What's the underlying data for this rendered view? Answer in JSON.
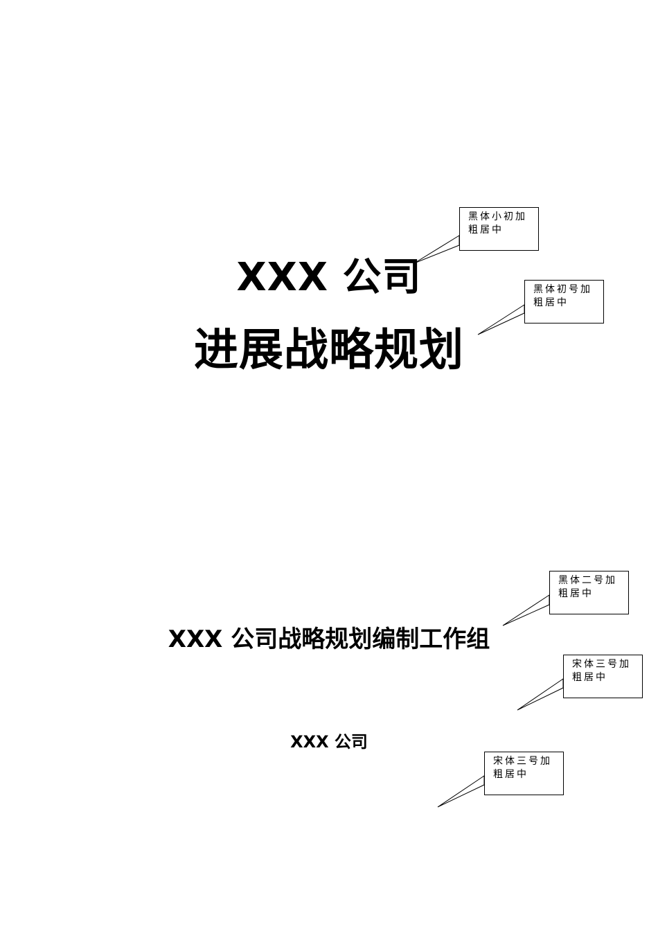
{
  "cover": {
    "title_line1": "XXX 公司",
    "title_line2": "进展战略规划",
    "group_name": "XXX 公司战略规划编制工作组",
    "company_name": "XXX 公司"
  },
  "callouts": [
    {
      "line1": "黑体小初加",
      "line2": "粗居中"
    },
    {
      "line1": "黑体初号加",
      "line2": "粗居中"
    },
    {
      "line1": "黑体二号加",
      "line2": "粗居中"
    },
    {
      "line1": "宋体三号加",
      "line2": "粗居中"
    },
    {
      "line1": "宋体三号加",
      "line2": "粗居中"
    }
  ]
}
